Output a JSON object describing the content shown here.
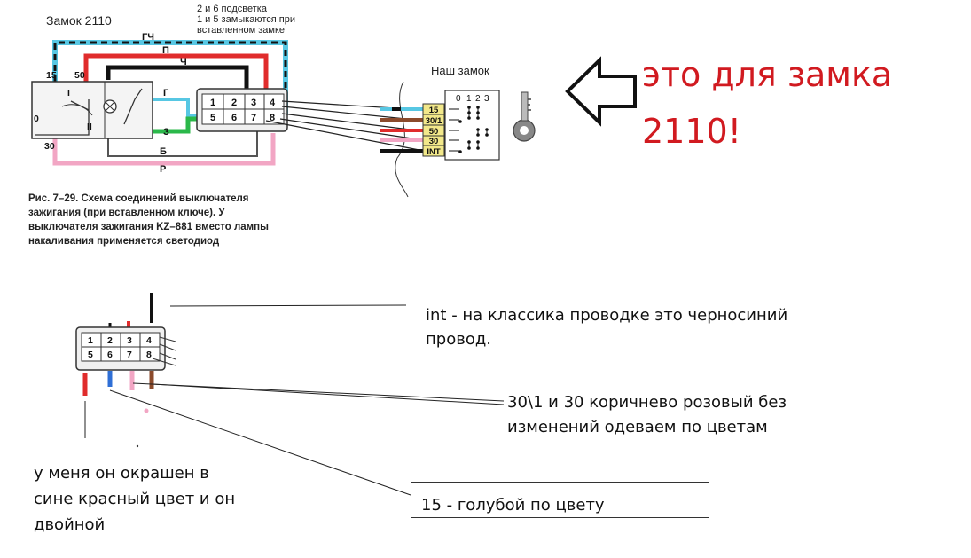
{
  "diagram": {
    "title": "Замок 2110",
    "note_lines": [
      "2 и 6 подсветка",
      "1 и 5 замыкаются при",
      "вставленном замке"
    ],
    "wire_labels": {
      "gch": "ГЧ",
      "p": "П",
      "ch": "Ч",
      "g": "Г",
      "z": "З",
      "b": "Б",
      "r": "Р"
    },
    "switch_labels": {
      "l15": "15",
      "l50": "50",
      "l30": "30",
      "l0": "0",
      "lI": "I",
      "lII": "II"
    },
    "connector_pins": [
      "1",
      "2",
      "3",
      "4",
      "5",
      "6",
      "7",
      "8"
    ],
    "caption": "Рис. 7–29. Схема соединений выключателя зажигания (при вставленном ключе). У выключателя зажигания KZ–881 вместо лампы накаливания применяется светодиод",
    "lock_title": "Наш замок",
    "terminals": [
      "15",
      "30/1",
      "50",
      "30",
      "INT"
    ],
    "positions": [
      "0",
      "1",
      "2",
      "3"
    ]
  },
  "annotations": {
    "headline_line1": "это для замка",
    "headline_line2": "2110!",
    "int_note_line1": "int - на классика проводке это черносиний",
    "int_note_line2": "провод.",
    "brown_pink_line1": "30\\1 и 30 коричнево розовый без",
    "brown_pink_line2": "изменений одеваем по цветам",
    "blue_red_line1": "у меня он окрашен в",
    "blue_red_line2": "сине красный цвет и он",
    "blue_red_line3": "двойной",
    "blue_note": "15 - голубой по цвету"
  },
  "colors": {
    "red": "#e02c2c",
    "black": "#111111",
    "green": "#2bb84a",
    "cyan": "#57c7e3",
    "pink": "#f2a6c4",
    "brown": "#8b4a2b",
    "blue": "#2f6fd6",
    "yellow": "#f2e88a",
    "headline": "#d11a20"
  }
}
